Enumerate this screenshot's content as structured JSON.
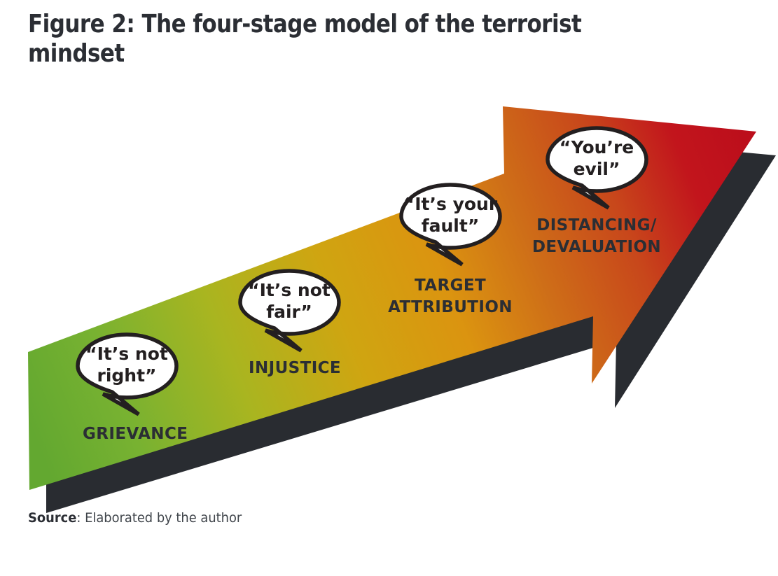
{
  "figure": {
    "title": "Figure 2: The four-stage model of the terrorist mindset",
    "source_label": "Source",
    "source_separator": ": ",
    "source_text": "Elaborated by the author"
  },
  "colors": {
    "green": "#6FAE34",
    "yellow_green": "#A7B526",
    "gold": "#D3A60F",
    "amber": "#D9880F",
    "orange": "#C9601A",
    "red_orange": "#CE2A1B",
    "red": "#BE0E1B",
    "shadow": "#292c31",
    "outline": "#231f20",
    "text_dark": "#2b2e34",
    "background": "#ffffff"
  },
  "chart_data": {
    "type": "diagram",
    "title": "Figure 2: The four-stage model of the terrorist mindset",
    "shape": "gradient arrow pointing up-right with drop shadow",
    "stages": [
      {
        "index": 1,
        "label": "GRIEVANCE",
        "label_lines": [
          "GRIEVANCE"
        ],
        "quote": "“It’s not right”",
        "quote_lines": [
          "“It’s not",
          "right”"
        ],
        "color": "#6FAE34"
      },
      {
        "index": 2,
        "label": "INJUSTICE",
        "label_lines": [
          "INJUSTICE"
        ],
        "quote": "“It’s not fair”",
        "quote_lines": [
          "“It’s not",
          "fair”"
        ],
        "color": "#D3A60F"
      },
      {
        "index": 3,
        "label": "TARGET ATTRIBUTION",
        "label_lines": [
          "TARGET",
          "ATTRIBUTION"
        ],
        "quote": "“It’s your fault”",
        "quote_lines": [
          "“It’s your",
          "fault”"
        ],
        "color": "#D9880F"
      },
      {
        "index": 4,
        "label": "DISTANCING/ DEVALUATION",
        "label_lines": [
          "DISTANCING/",
          "DEVALUATION"
        ],
        "quote": "“You’re evil”",
        "quote_lines": [
          "“You’re",
          "evil”"
        ],
        "color": "#BE0E1B"
      }
    ],
    "source": "Source: Elaborated by the author"
  }
}
